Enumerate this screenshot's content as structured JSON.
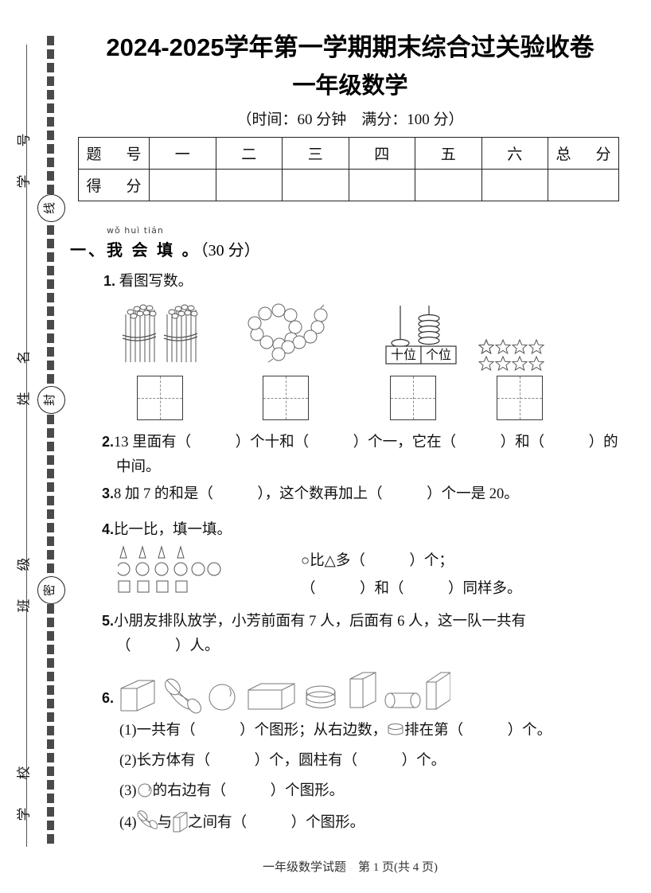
{
  "page": {
    "title_line1": "2024-2025学年第一学期期末综合过关验收卷",
    "title_line2": "一年级数学",
    "meta": "（时间：60 分钟　满分：100 分）",
    "footer": "一年级数学试题　第 1 页(共 4 页)"
  },
  "margin": {
    "labels": [
      "学　号",
      "姓　名",
      "班　级",
      "学　校"
    ],
    "seal_chars": [
      "线",
      "封",
      "密"
    ]
  },
  "score_table": {
    "row_headers": [
      "题　号",
      "得　分"
    ],
    "columns": [
      "一",
      "二",
      "三",
      "四",
      "五",
      "六",
      "总　分"
    ],
    "scores": [
      "",
      "",
      "",
      "",
      "",
      "",
      ""
    ]
  },
  "section": {
    "number": "一、",
    "title": "我 会 填 。",
    "points": "（30 分）",
    "pinyin": "wǒ  huì  tián"
  },
  "questions": [
    {
      "num": "1.",
      "text": "看图写数。",
      "figures": [
        {
          "name": "stick-bundles",
          "caption": ""
        },
        {
          "name": "bead-string",
          "caption": ""
        },
        {
          "name": "place-value-board",
          "labels": [
            "十位",
            "个位"
          ]
        },
        {
          "name": "star-group",
          "count": 8
        }
      ]
    },
    {
      "num": "2.",
      "line1": "13 里面有（　　　）个十和（　　　）个一，它在（　　　）和（　　　）的",
      "line2": "中间。"
    },
    {
      "num": "3.",
      "line1": "8 加 7 的和是（　　　），这个数再加上（　　　）个一是 20。"
    },
    {
      "num": "4.",
      "text": "比一比，填一填。",
      "shapes": {
        "triangles": 4,
        "circles": 6,
        "squares": 4
      },
      "line1": "○比△多（　　　）个；",
      "line2": "（　　　）和（　　　）同样多。"
    },
    {
      "num": "5.",
      "line1": "小朋友排队放学，小芳前面有 7 人，后面有 6 人，这一队一共有",
      "line2": "（　　　）人。"
    },
    {
      "num": "6.",
      "solids": [
        "cube",
        "cylinder-tilted",
        "sphere",
        "cuboid",
        "cylinder-short",
        "prism-tall",
        "cylinder-horizontal",
        "cube-large"
      ],
      "sub": [
        {
          "label": "(1)",
          "pre": "一共有（　　　）个图形；从右边数，",
          "icon": "cylinder-icon",
          "post": "排在第（　　　）个。"
        },
        {
          "label": "(2)",
          "pre": "长方体有（　　　）个，圆柱有（　　　）个。",
          "icon": "",
          "post": ""
        },
        {
          "label": "(3)",
          "pre": "",
          "icon": "sphere-icon",
          "post": "的右边有（　　　）个图形。"
        },
        {
          "label": "(4)",
          "pre": "",
          "icon": "cylinder-tilted-icon",
          "mid": "与",
          "icon2": "prism-tall-icon",
          "post": "之间有（　　　）个图形。"
        }
      ]
    }
  ]
}
